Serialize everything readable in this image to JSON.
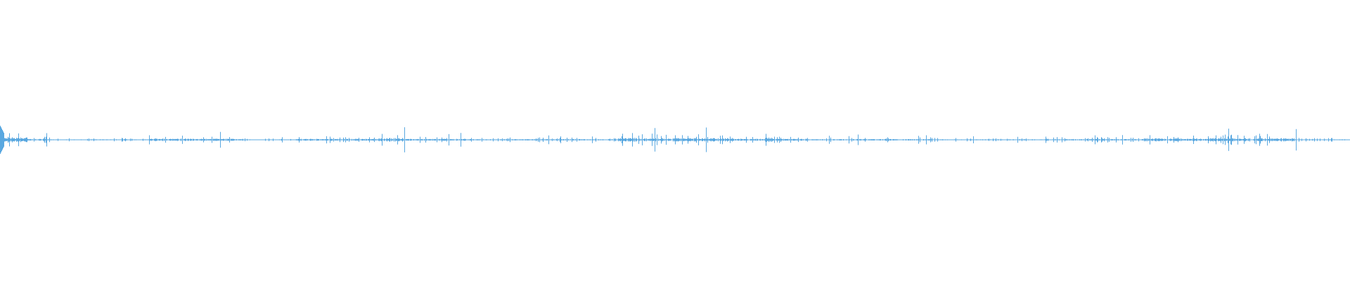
{
  "waveform": {
    "color": "#5aa8e0",
    "baseline_color": "#5aa8e0",
    "background": "#ffffff",
    "duration_fraction_segments": [
      {
        "start": 0.0,
        "amp": 0.11
      },
      {
        "start": 0.004,
        "amp": 0.07
      },
      {
        "start": 0.01,
        "amp": 0.055
      },
      {
        "start": 0.02,
        "amp": 0.022
      },
      {
        "start": 0.038,
        "amp": 0.01
      },
      {
        "start": 0.064,
        "amp": 0.012
      },
      {
        "start": 0.11,
        "amp": 0.03
      },
      {
        "start": 0.143,
        "amp": 0.026
      },
      {
        "start": 0.18,
        "amp": 0.01
      },
      {
        "start": 0.219,
        "amp": 0.024
      },
      {
        "start": 0.278,
        "amp": 0.044
      },
      {
        "start": 0.3,
        "amp": 0.024
      },
      {
        "start": 0.347,
        "amp": 0.016
      },
      {
        "start": 0.458,
        "amp": 0.045
      },
      {
        "start": 0.471,
        "amp": 0.04
      },
      {
        "start": 0.52,
        "amp": 0.04
      },
      {
        "start": 0.54,
        "amp": 0.025
      },
      {
        "start": 0.566,
        "amp": 0.055
      },
      {
        "start": 0.572,
        "amp": 0.022
      },
      {
        "start": 0.595,
        "amp": 0.015
      },
      {
        "start": 0.62,
        "amp": 0.018
      },
      {
        "start": 0.69,
        "amp": 0.012
      },
      {
        "start": 0.736,
        "amp": 0.014
      },
      {
        "start": 0.78,
        "amp": 0.018
      },
      {
        "start": 0.845,
        "amp": 0.038
      },
      {
        "start": 0.859,
        "amp": 0.032
      },
      {
        "start": 0.896,
        "amp": 0.04
      },
      {
        "start": 0.96,
        "amp": 0.012
      }
    ]
  }
}
